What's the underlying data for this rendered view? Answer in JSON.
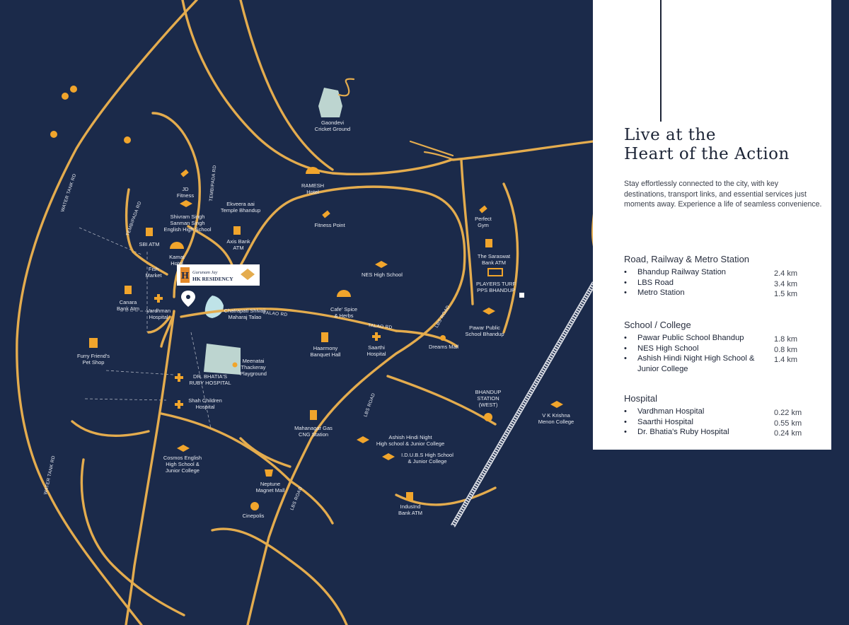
{
  "brand": {
    "name_small": "Gurunam Jay",
    "name_big": "HK RESIDENCY"
  },
  "panel": {
    "title_line1": "Live at the",
    "title_line2": "Heart of the Action",
    "description": "Stay effortlessly connected to the city, with key destinations, transport links, and essential services just moments away. Experience a life of seamless convenience.",
    "sections": [
      {
        "title": "Road, Railway & Metro Station",
        "items": [
          {
            "name": "Bhandup Railway Station",
            "distance": "2.4 km"
          },
          {
            "name": "LBS Road",
            "distance": "3.4 km"
          },
          {
            "name": "Metro Station",
            "distance": "1.5 km"
          }
        ]
      },
      {
        "title": "School / College",
        "items": [
          {
            "name": "Pawar Public School Bhandup",
            "distance": "1.8 km"
          },
          {
            "name": "NES High School",
            "distance": "0.8 km"
          },
          {
            "name": "Ashish Hindi Night High School & Junior College",
            "distance": "1.4 km"
          }
        ]
      },
      {
        "title": "Hospital",
        "items": [
          {
            "name": "Vardhman Hospital",
            "distance": "0.22 km"
          },
          {
            "name": "Saarthi Hospital",
            "distance": "0.55 km"
          },
          {
            "name": "Dr. Bhatia's Ruby Hospital",
            "distance": "0.24 km"
          }
        ]
      }
    ]
  },
  "map": {
    "colors": {
      "background": "#1b2a4a",
      "road": "#e4ac4e",
      "icon": "#f1a52c",
      "water": "#bfe3e8",
      "park": "#cfe8df"
    },
    "roads": {
      "water_tank": "WATER TANK RD",
      "water_tank_lower": "WATER TANK RD",
      "tembipada": "TEMBIPADA RD",
      "tembipada_upper": "TEMBIPADA RD",
      "talao": "TALAO RD",
      "talao_east": "TALAO RD",
      "lbs_1": "LBS ROAD",
      "lbs_2": "LBS ROAD",
      "lbs_3": "LBS ROAD"
    },
    "places": {
      "gaondevi": [
        "Gaondevi",
        "Cricket Ground"
      ],
      "jd_fitness": [
        "JD",
        "Fitness"
      ],
      "ekveera": [
        "Ekveera aai",
        "Temple Bhandup"
      ],
      "shivram": [
        "Shivram Singh",
        "Sanman Singh",
        "English High School"
      ],
      "ramesh": [
        "RAMESH",
        "Hotel"
      ],
      "fitness_point": [
        "Fitness Point"
      ],
      "perfect_gym": [
        "Perfect",
        "Gym"
      ],
      "sbi": [
        "SBI ATM"
      ],
      "axis": [
        "Axis Bank",
        "ATM"
      ],
      "kamat": [
        "Kamat",
        "Hotel"
      ],
      "fish": [
        "Fish",
        "Market"
      ],
      "saraswat": [
        "The Saraswat",
        "Bank ATM"
      ],
      "players_turf": [
        "PLAYERS TURF",
        "PPS BHANDUP"
      ],
      "nes": [
        "NES High School"
      ],
      "canara": [
        "Canara",
        "Bank Atm"
      ],
      "vardhman": [
        "Vardhman",
        "Hospital"
      ],
      "talao_place": [
        "Chatrapati Shivaji",
        "Maharaj Talao"
      ],
      "cafe": [
        "Cafe' Spice",
        "& Herbs"
      ],
      "pawar": [
        "Pawar Public",
        "School Bhandup"
      ],
      "dreams": [
        "Dreams Mall"
      ],
      "harmony": [
        "Haarmony",
        "Banquet Hall"
      ],
      "saarthi": [
        "Saarthi",
        "Hospital"
      ],
      "furry": [
        "Furry Friend's",
        "Pet Shop"
      ],
      "meenatai": [
        "Meenatai",
        "Thackeray",
        "Playground"
      ],
      "ruby": [
        "DR. BHATIA'S",
        "RUBY HOSPITAL"
      ],
      "shah": [
        "Shah Children",
        "Hospital"
      ],
      "bhandup_station": [
        "BHANDUP",
        "STATION",
        "(WEST)"
      ],
      "vk": [
        "V K Krishna",
        "Menon College"
      ],
      "mahanagar": [
        "Mahanagar Gas",
        "CNG Station"
      ],
      "ashish": [
        "Ashish Hindi Night",
        "High school & Junior College"
      ],
      "idubs": [
        "I.D.U.B.S High School",
        "& Junior College"
      ],
      "cosmos": [
        "Cosmos English",
        "High School &",
        "Junior College"
      ],
      "neptune": [
        "Neptune",
        "Magnet Mall"
      ],
      "cinepolis": [
        "Cinepolis"
      ],
      "indusind": [
        "IndusInd",
        "Bank ATM"
      ]
    }
  }
}
